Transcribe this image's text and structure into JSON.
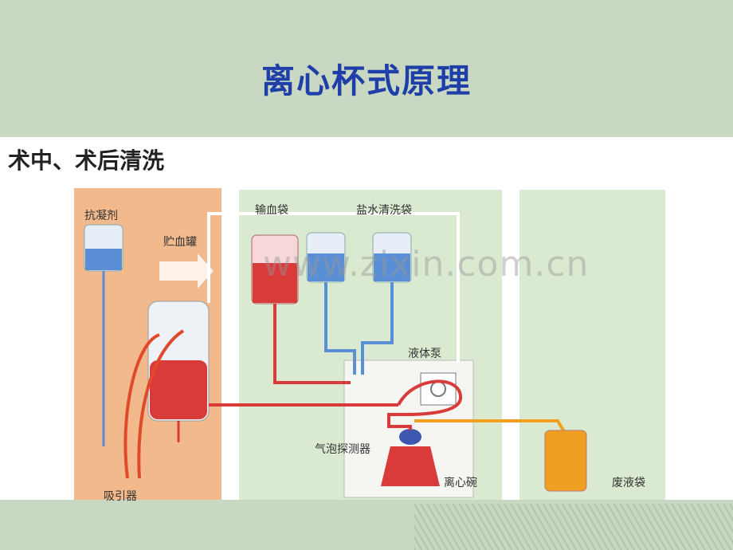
{
  "slide": {
    "title": "离心杯式原理",
    "subtitle": "术中、术后清洗",
    "watermark": "www.zixin.com.cn"
  },
  "diagram": {
    "labels": {
      "anticoagulant": "抗凝剂",
      "reservoir": "贮血罐",
      "suction": "吸引器",
      "transfusion_bag": "输血袋",
      "saline_bag": "盐水清洗袋",
      "fluid_pump": "液体泵",
      "bubble_detector": "气泡探测器",
      "centrifuge_bowl": "离心碗",
      "waste_bag": "废液袋"
    },
    "colors": {
      "orange_panel": "#f2b98c",
      "green_panel": "#d9ead0",
      "blood": "#d93a3a",
      "saline": "#5a8fd6",
      "waste_line": "#f0a020",
      "title": "#1f3fa8"
    }
  }
}
